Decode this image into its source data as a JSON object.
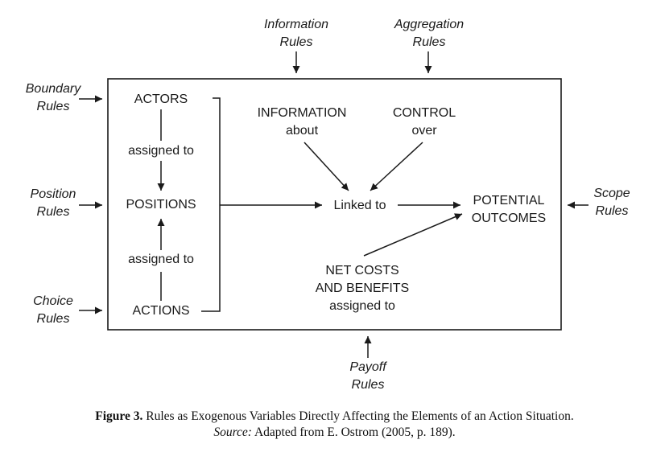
{
  "rules": {
    "information": [
      "Information",
      "Rules"
    ],
    "aggregation": [
      "Aggregation",
      "Rules"
    ],
    "boundary": [
      "Boundary",
      "Rules"
    ],
    "position": [
      "Position",
      "Rules"
    ],
    "choice": [
      "Choice",
      "Rules"
    ],
    "scope": [
      "Scope",
      "Rules"
    ],
    "payoff": [
      "Payoff",
      "Rules"
    ]
  },
  "elements": {
    "actors": "ACTORS",
    "assigned_to_upper": "assigned to",
    "positions": "POSITIONS",
    "assigned_to_lower": "assigned to",
    "actions": "ACTIONS",
    "information": [
      "INFORMATION",
      "about"
    ],
    "control": [
      "CONTROL",
      "over"
    ],
    "linked_to": "Linked to",
    "potential_outcomes": [
      "POTENTIAL",
      "OUTCOMES"
    ],
    "net_costs": [
      "NET COSTS",
      "AND BENEFITS",
      "assigned to"
    ]
  },
  "caption": {
    "figure_number": "Figure 3.",
    "title": "Rules as Exogenous Variables Directly Affecting the Elements of an Action Situation.",
    "source_label": "Source:",
    "source_text": "Adapted from E. Ostrom (2005, p. 189)."
  }
}
